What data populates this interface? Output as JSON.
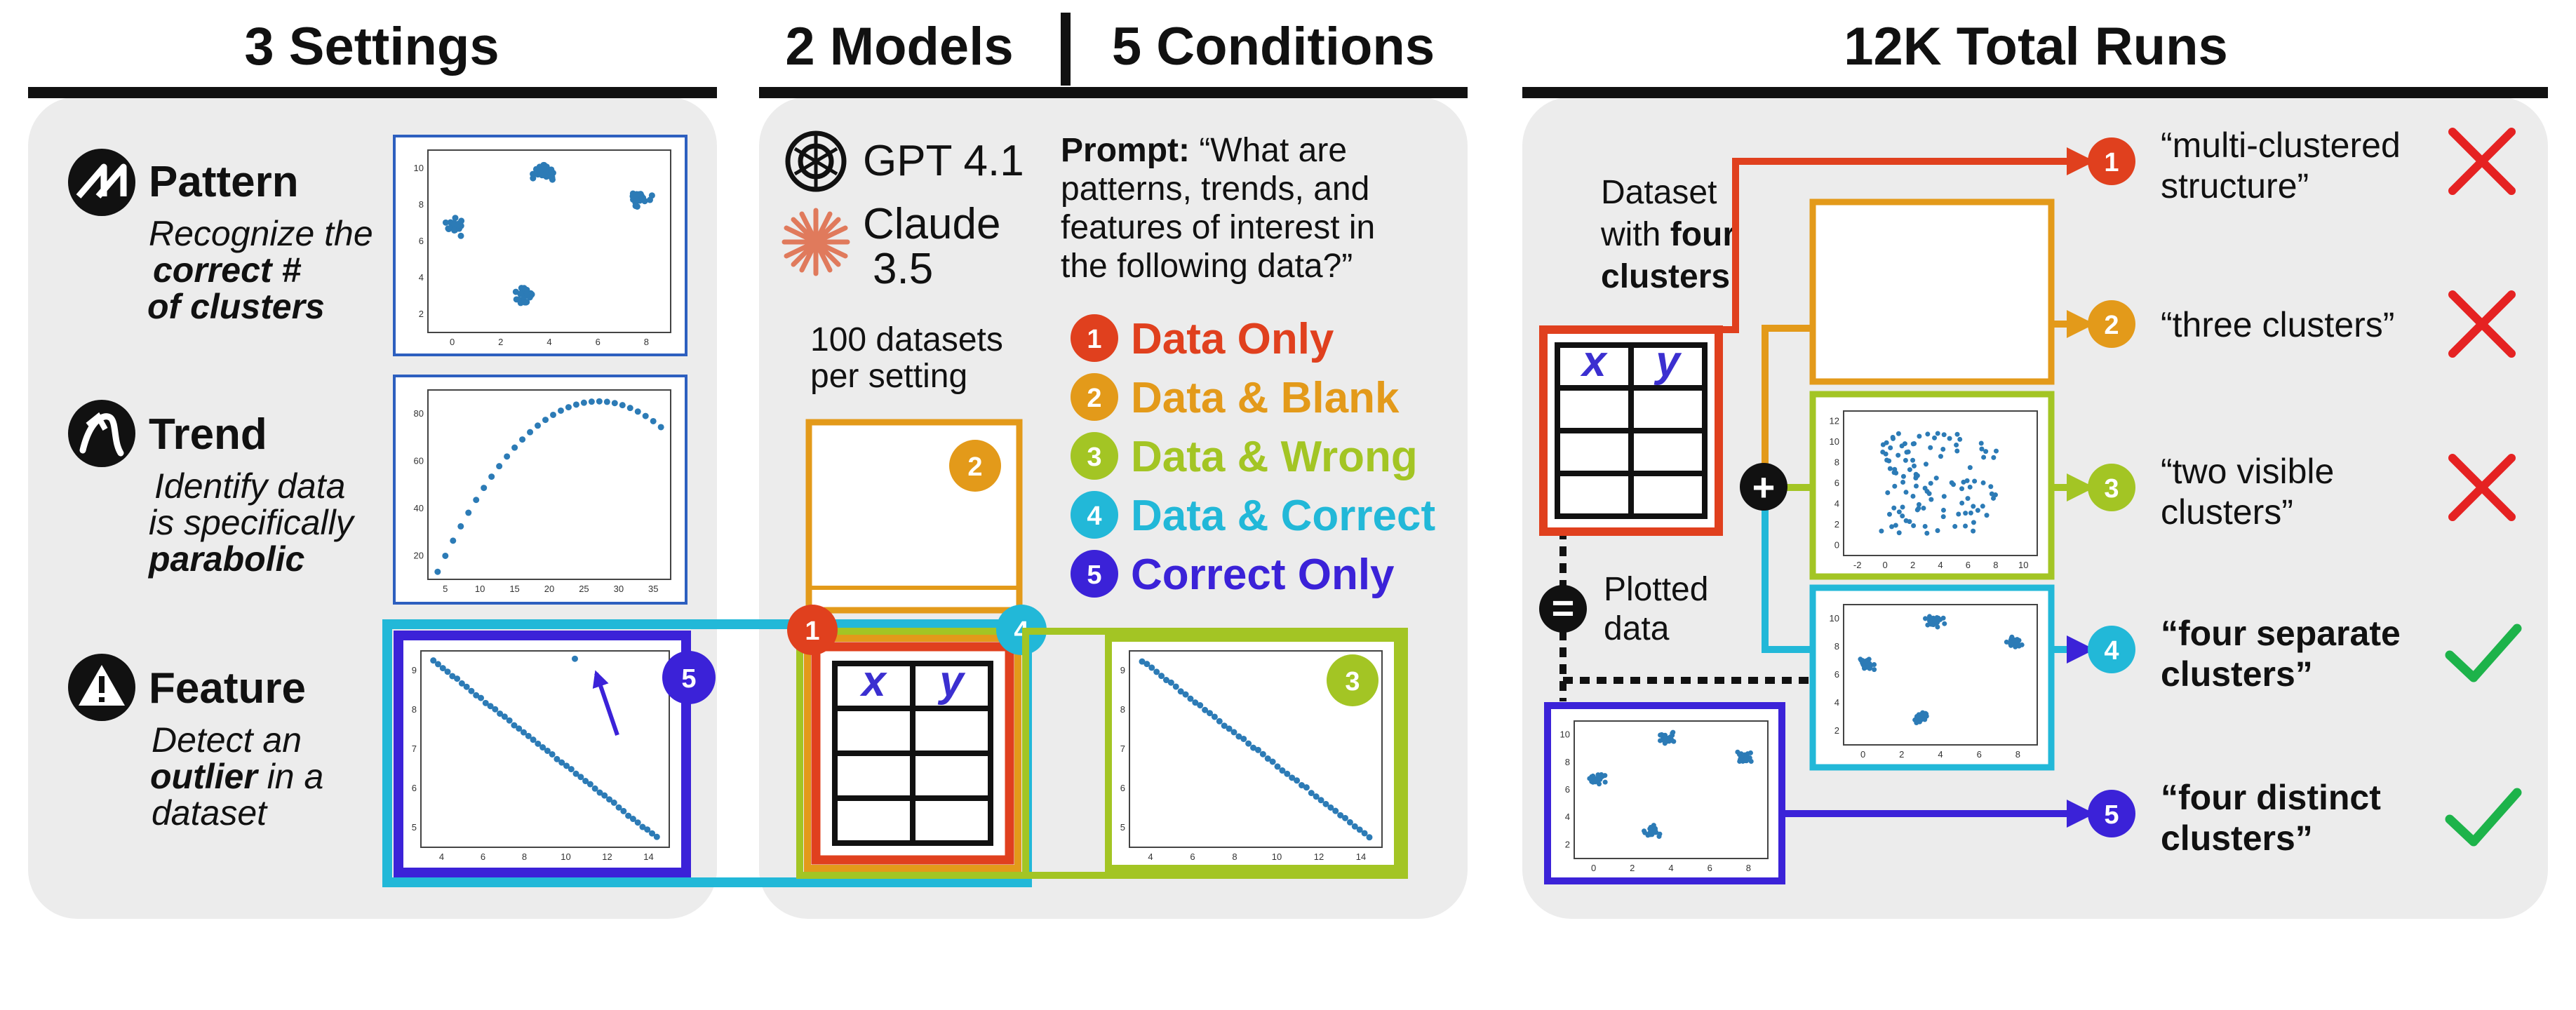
{
  "headers": {
    "settings": "3 Settings",
    "models": "2 Models",
    "conditions": "5 Conditions",
    "runs": "12K Total Runs"
  },
  "settings": [
    {
      "name": "Pattern",
      "icon": "pattern-icon",
      "line1": "Recognize the",
      "line2": "correct #",
      "line3": "of clusters"
    },
    {
      "name": "Trend",
      "icon": "trend-icon",
      "line1": "Identify data",
      "line2": "is specifically",
      "line3": "parabolic"
    },
    {
      "name": "Feature",
      "icon": "warning-icon",
      "line1": "Detect an",
      "line2a": "outlier",
      "line2b": " in a",
      "line3": "dataset"
    }
  ],
  "models": [
    {
      "name": "GPT 4.1",
      "icon": "openai-logo-icon"
    },
    {
      "name_line1": "Claude",
      "name_line2": "3.5",
      "icon": "claude-logo-icon"
    }
  ],
  "datasets_note": {
    "line1": "100 datasets",
    "line2": "per setting"
  },
  "prompt": {
    "label": "Prompt:",
    "line1": " “What are",
    "line2": "patterns, trends, and",
    "line3": "features of interest in",
    "line4": "the following data?”"
  },
  "conditions": [
    {
      "num": "1",
      "label": "Data Only",
      "color": "#e0401e"
    },
    {
      "num": "2",
      "label": "Data & Blank",
      "color": "#e39a1a"
    },
    {
      "num": "3",
      "label": "Data & Wrong",
      "color": "#a3c524"
    },
    {
      "num": "4",
      "label": "Data & Correct",
      "color": "#22b8d8"
    },
    {
      "num": "5",
      "label": "Correct Only",
      "color": "#3b22d8"
    }
  ],
  "table": {
    "x": "x",
    "y": "y"
  },
  "dataset_label": {
    "line1": "Dataset",
    "line2a": "with ",
    "line2b": "four",
    "line3": "clusters"
  },
  "plotted_label": {
    "line1": "Plotted",
    "line2": "data"
  },
  "operators": {
    "plus": "+",
    "equals": "="
  },
  "responses": [
    {
      "num": "1",
      "line1": "“multi-clustered",
      "line2": "structure”",
      "correct": false
    },
    {
      "num": "2",
      "line1": "“three clusters”",
      "line2": "",
      "correct": false
    },
    {
      "num": "3",
      "line1": "“two visible",
      "line2": "clusters”",
      "correct": false
    },
    {
      "num": "4",
      "line1": "“four separate",
      "line2": "clusters”",
      "correct": true
    },
    {
      "num": "5",
      "line1": "“four distinct",
      "line2": "clusters”",
      "correct": true
    }
  ],
  "marks": {
    "cross": "cross-icon",
    "check": "check-icon"
  },
  "plot_ticks": {
    "cluster_x": [
      "0",
      "2",
      "4",
      "6",
      "8"
    ],
    "cluster_y": [
      "2",
      "4",
      "6",
      "8",
      "10"
    ],
    "trend_x": [
      "5",
      "10",
      "15",
      "20",
      "25",
      "30",
      "35"
    ],
    "trend_y": [
      "20",
      "40",
      "60",
      "80"
    ],
    "line_x": [
      "4",
      "6",
      "8",
      "10",
      "12",
      "14"
    ],
    "line_y": [
      "5",
      "6",
      "7",
      "8",
      "9"
    ],
    "scatter_x": [
      "-2",
      "0",
      "2",
      "4",
      "6",
      "8",
      "10"
    ],
    "scatter_y": [
      "0",
      "2",
      "4",
      "6",
      "8",
      "10",
      "12"
    ]
  }
}
